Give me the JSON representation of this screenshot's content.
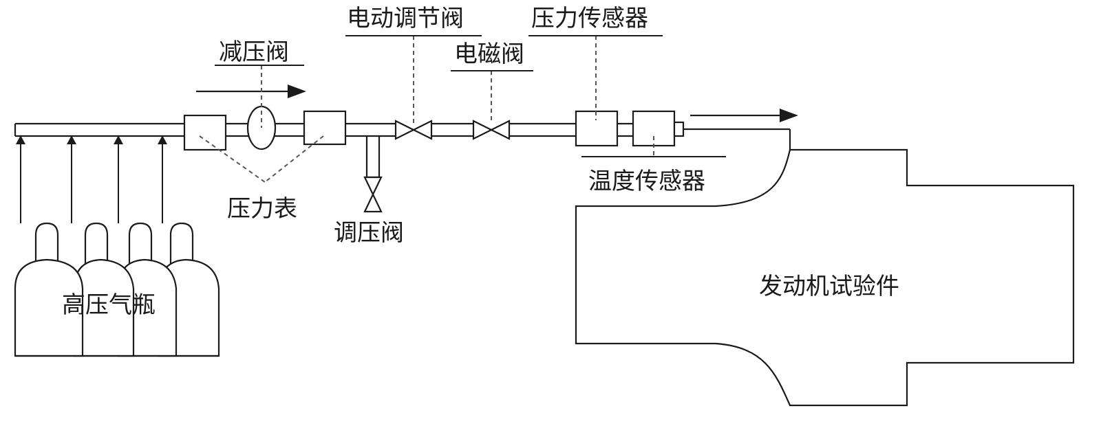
{
  "labels": {
    "pressure_reducing_valve": "减压阀",
    "electric_regulating_valve": "电动调节阀",
    "solenoid_valve": "电磁阀",
    "pressure_sensor": "压力传感器",
    "temperature_sensor": "温度传感器",
    "pressure_gauge": "压力表",
    "pressure_regulating_valve": "调压阀",
    "gas_cylinders": "高压气瓶",
    "engine_test_piece": "发动机试验件"
  },
  "colors": {
    "line": "#1a1a1a",
    "dashed_leader": "#555555",
    "background": "#ffffff"
  }
}
